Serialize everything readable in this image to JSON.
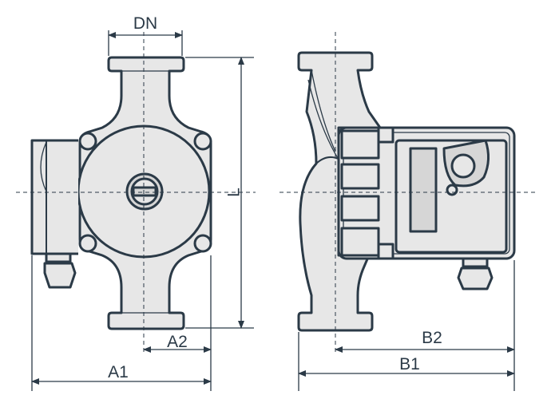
{
  "dimensions": {
    "dn": "DN",
    "l": "L",
    "a1": "A1",
    "a2": "A2",
    "b1": "B1",
    "b2": "B2"
  },
  "colors": {
    "outline": "#2b3a47",
    "fill": "#e7e7e7",
    "fill_dark": "#d6d6d6"
  }
}
